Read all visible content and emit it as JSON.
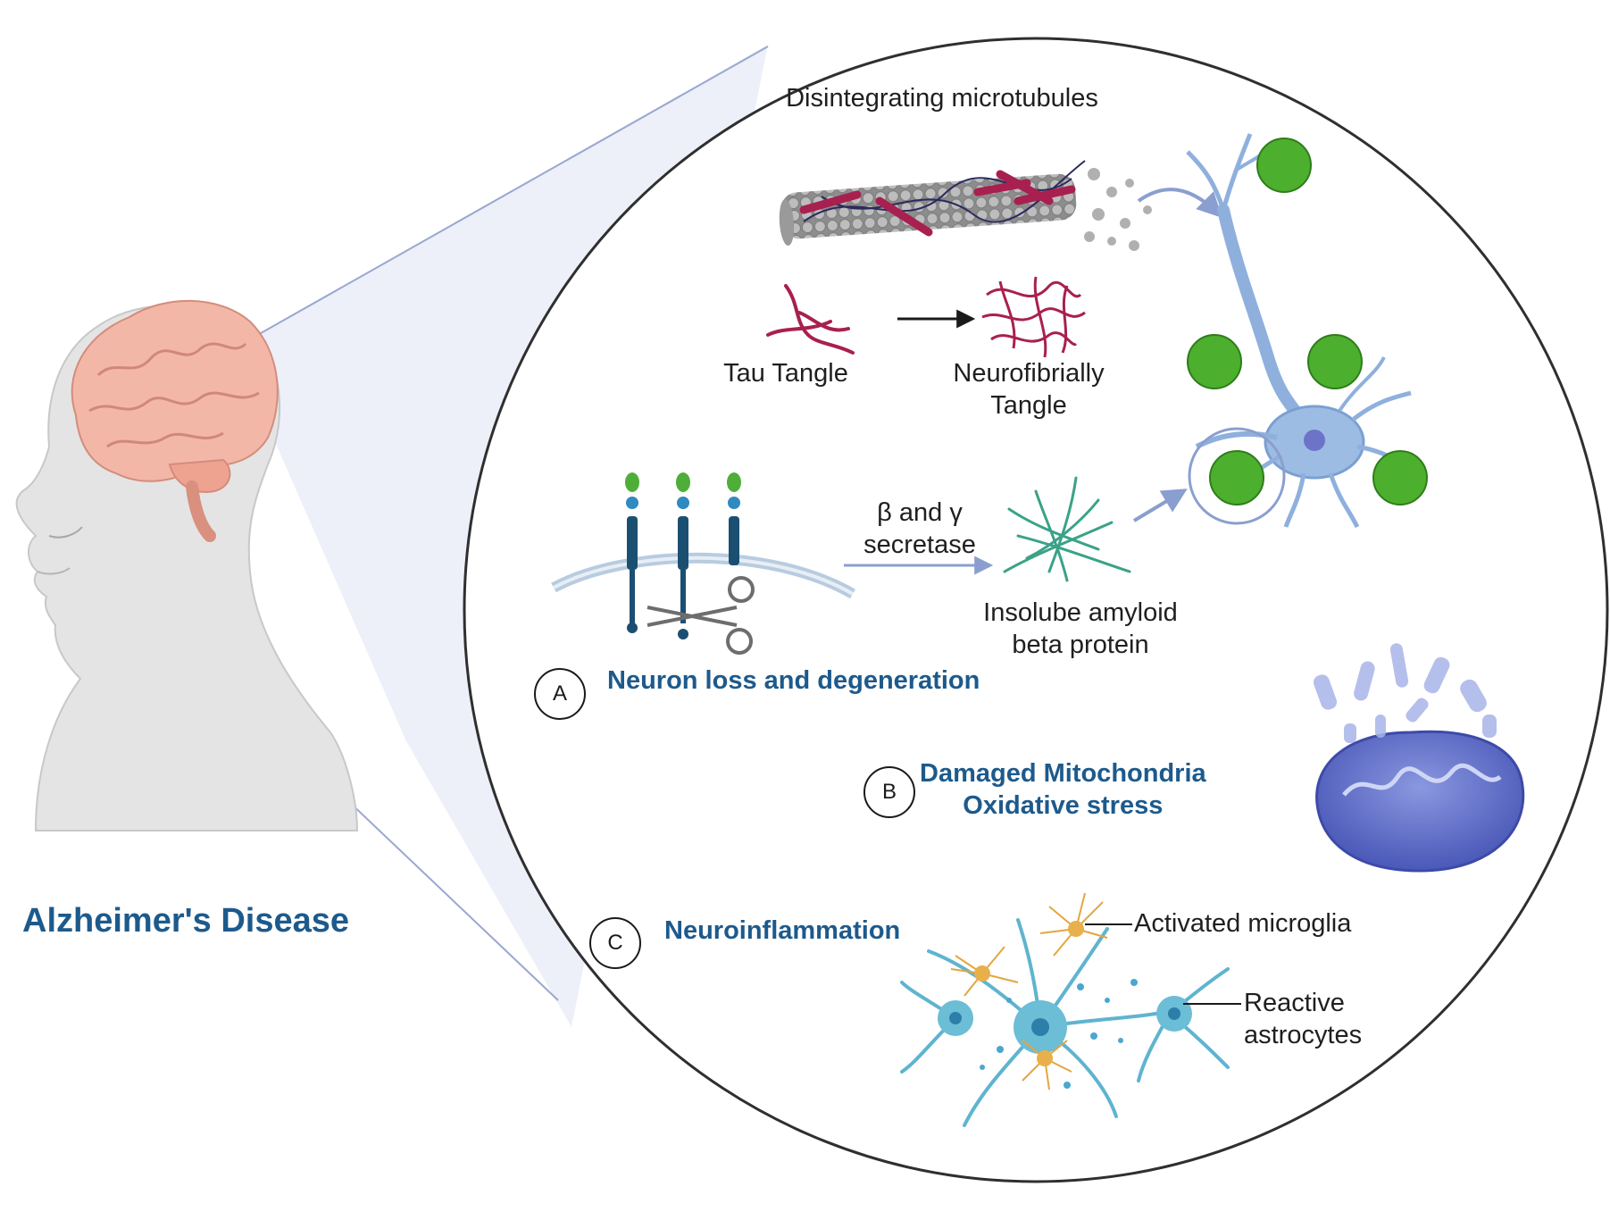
{
  "title": "Alzheimer's Disease",
  "microtubule_label": "Disintegrating microtubules",
  "tau_tangle_label": "Tau Tangle",
  "neurofibrillary_label": "Neurofibrially\nTangle",
  "secretase_label": "β and γ\nsecretase",
  "amyloid_label": "Insolube amyloid\nbeta protein",
  "section_a": {
    "badge": "A",
    "heading": "Neuron loss and degeneration"
  },
  "section_b": {
    "badge": "B",
    "heading": "Damaged Mitochondria\nOxidative stress"
  },
  "section_c": {
    "badge": "C",
    "heading": "Neuroinflammation"
  },
  "microglia_label": "Activated microglia",
  "astrocytes_label": "Reactive\nastrocytes",
  "colors": {
    "heading": "#1d5a8c",
    "tau": "#a8204f",
    "neuron": "#8fb0dd",
    "plaque": "#4caf2e",
    "amyloid": "#3aa287",
    "mitochondria": "#6a7bd0",
    "astrocyte": "#5fb4cf",
    "microglia": "#e3a640",
    "brain": "#f2b7a7",
    "head": "#e2e2e2"
  }
}
